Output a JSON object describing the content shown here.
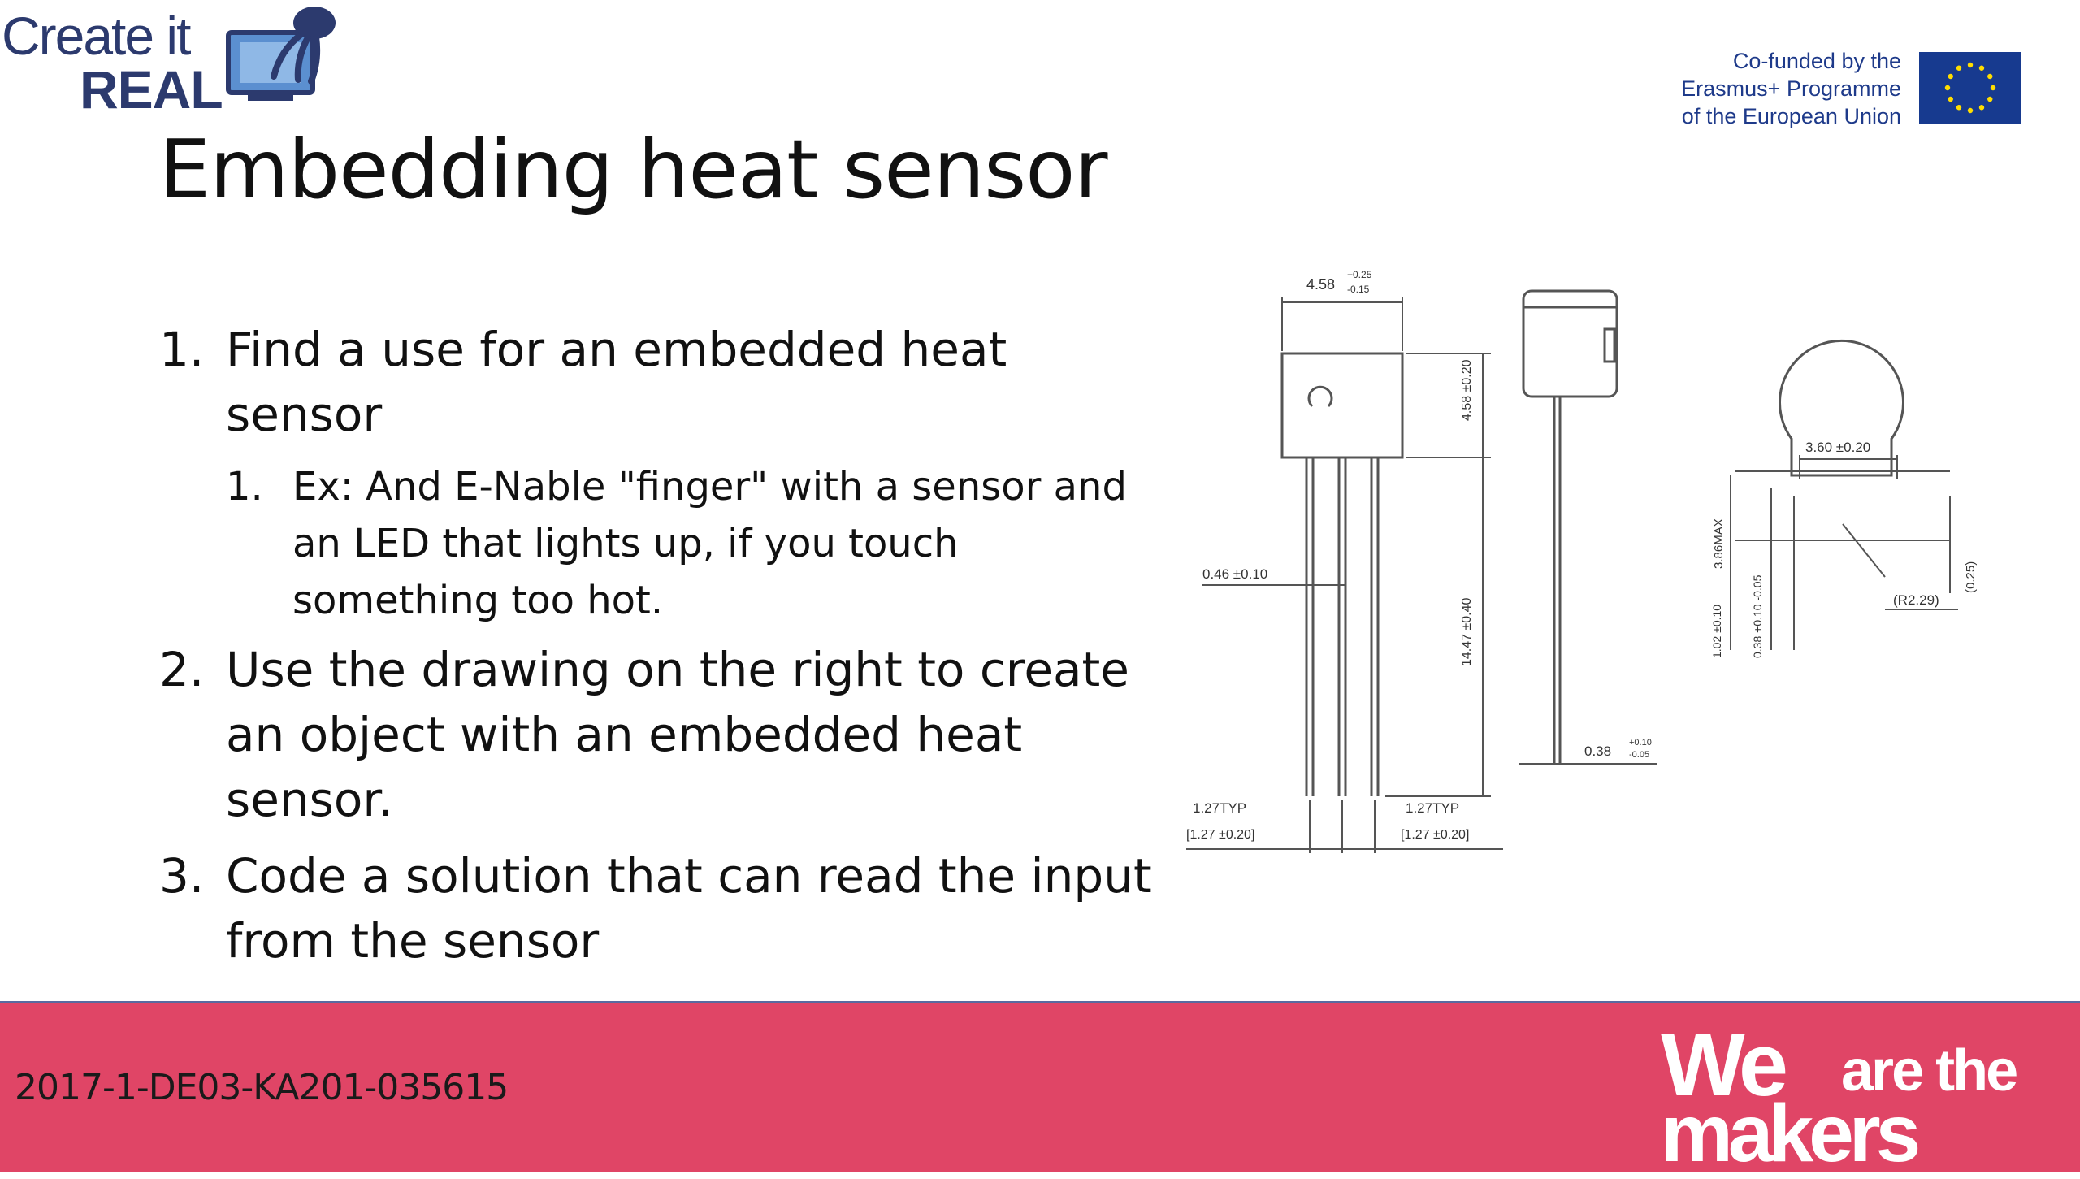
{
  "header": {
    "logo_line1": "Create it",
    "logo_line2": "REAL",
    "eu_lines": [
      "Co-funded by the",
      "Erasmus+ Programme",
      "of the European Union"
    ]
  },
  "slide": {
    "title": "Embedding heat sensor",
    "items": [
      {
        "num": "1.",
        "text": "Find a use for an embedded heat sensor"
      },
      {
        "num": "2.",
        "text": "Use the drawing on the right to create an object with an embedded heat sensor."
      },
      {
        "num": "3.",
        "text": "Code a solution that can read the input from the sensor"
      }
    ],
    "sub_item": {
      "num": "1.",
      "text": "Ex: And E-Nable \"finger\" with a sensor and an LED that lights up, if you touch something too hot."
    }
  },
  "drawing": {
    "dim_width": "4.58",
    "dim_width_tol_top": "+0.25",
    "dim_width_tol_bot": "-0.15",
    "dim_body_height": "4.58 ±0.20",
    "dim_lead_width": "0.46 ±0.10",
    "dim_lead_length": "14.47 ±0.40",
    "dim_lead_thick": "0.38",
    "dim_lead_thick_tol_top": "+0.10",
    "dim_lead_thick_tol_bot": "-0.05",
    "pitch_left": "1.27TYP",
    "pitch_left_sub": "[1.27 ±0.20]",
    "pitch_right": "1.27TYP",
    "pitch_right_sub": "[1.27 ±0.20]",
    "top_width": "3.60 ±0.20",
    "top_height": "3.86MAX",
    "top_offset1": "1.02 ±0.10",
    "top_offset2": "0.38 +0.10 -0.05",
    "top_radius": "(R2.29)",
    "top_right": "(0.25)"
  },
  "footer": {
    "project_code": "2017-1-DE03-KA201-035615",
    "makers_we": "We",
    "makers_are": "are the",
    "makers_makers": "makers"
  },
  "colors": {
    "footer_bg": "#e04566",
    "logo_blue": "#2c3a6e",
    "eu_blue": "#173a8f",
    "eu_star": "#ffdd00"
  }
}
